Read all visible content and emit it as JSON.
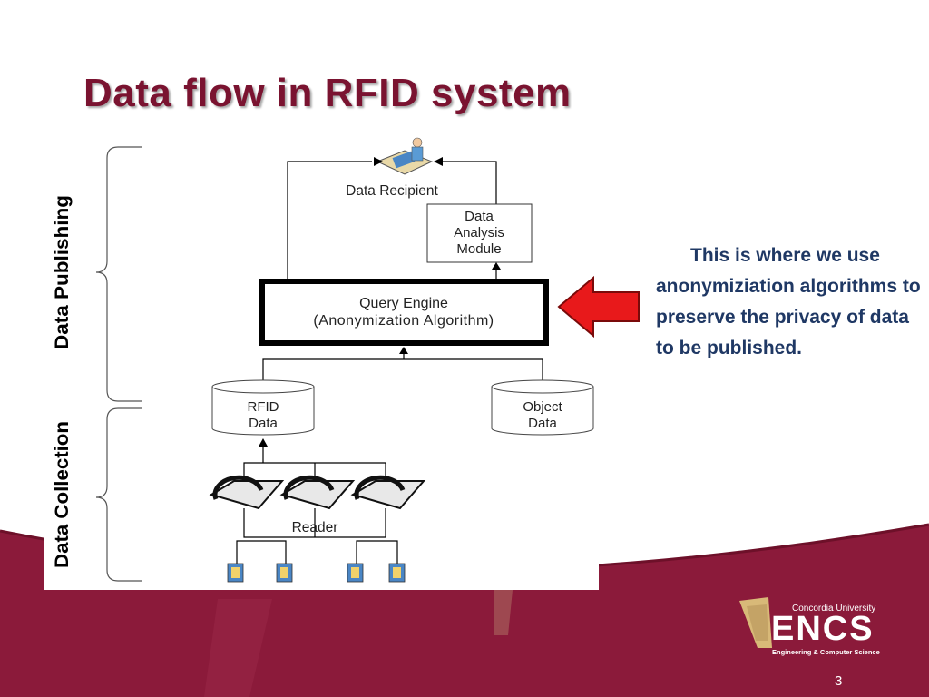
{
  "slide": {
    "title": "Data flow in RFID system",
    "page_number": "3"
  },
  "diagram": {
    "publishing_label": "Data Publishing",
    "collection_label": "Data Collection",
    "data_recipient": "Data Recipient",
    "analysis_module": [
      "Data",
      "Analysis",
      "Module"
    ],
    "query_engine": [
      "Query Engine",
      "(Anonymization Algorithm)"
    ],
    "rfid_data": [
      "RFID",
      "Data"
    ],
    "object_data": [
      "Object",
      "Data"
    ],
    "reader": "Reader"
  },
  "callout": {
    "text": "This is where we use anonymiziation algorithms to preserve the privacy of data to be published.",
    "arrow_color": "#e8191b"
  },
  "logo": {
    "university": "Concordia University",
    "name": "ENCS",
    "subtitle": "Engineering & Computer Science"
  },
  "colors": {
    "title": "#7a1330",
    "band": "#8b1a3a",
    "note_text": "#1f3864"
  }
}
